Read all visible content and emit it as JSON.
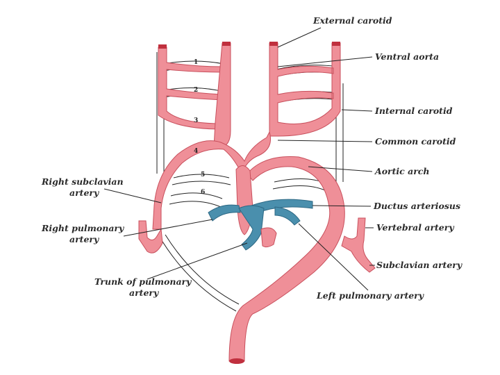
{
  "colors": {
    "artery": "#ef8f98",
    "artery_edge": "#c84f5c",
    "pulmonary": "#4a8fad",
    "pulmonary_edge": "#2d6884",
    "ink": "#2a2a2a"
  },
  "labels": {
    "external_carotid": "External carotid",
    "ventral_aorta": "Ventral aorta",
    "internal_carotid": "Internal carotid",
    "common_carotid": "Common carotid",
    "aortic_arch": "Aortic arch",
    "right_subclavian_1": "Right subclavian",
    "right_subclavian_2": "artery",
    "ductus_arteriosus": "Ductus arteriosus",
    "right_pulmonary_1": "Right pulmonary",
    "right_pulmonary_2": "artery",
    "vertebral_artery": "Vertebral artery",
    "subclavian_artery": "Subclavian artery",
    "trunk_pulmonary_1": "Trunk of pulmonary",
    "trunk_pulmonary_2": "artery",
    "left_pulmonary_artery": "Left pulmonary artery"
  },
  "arch_numbers": [
    "1",
    "2",
    "3",
    "4",
    "5",
    "6"
  ]
}
